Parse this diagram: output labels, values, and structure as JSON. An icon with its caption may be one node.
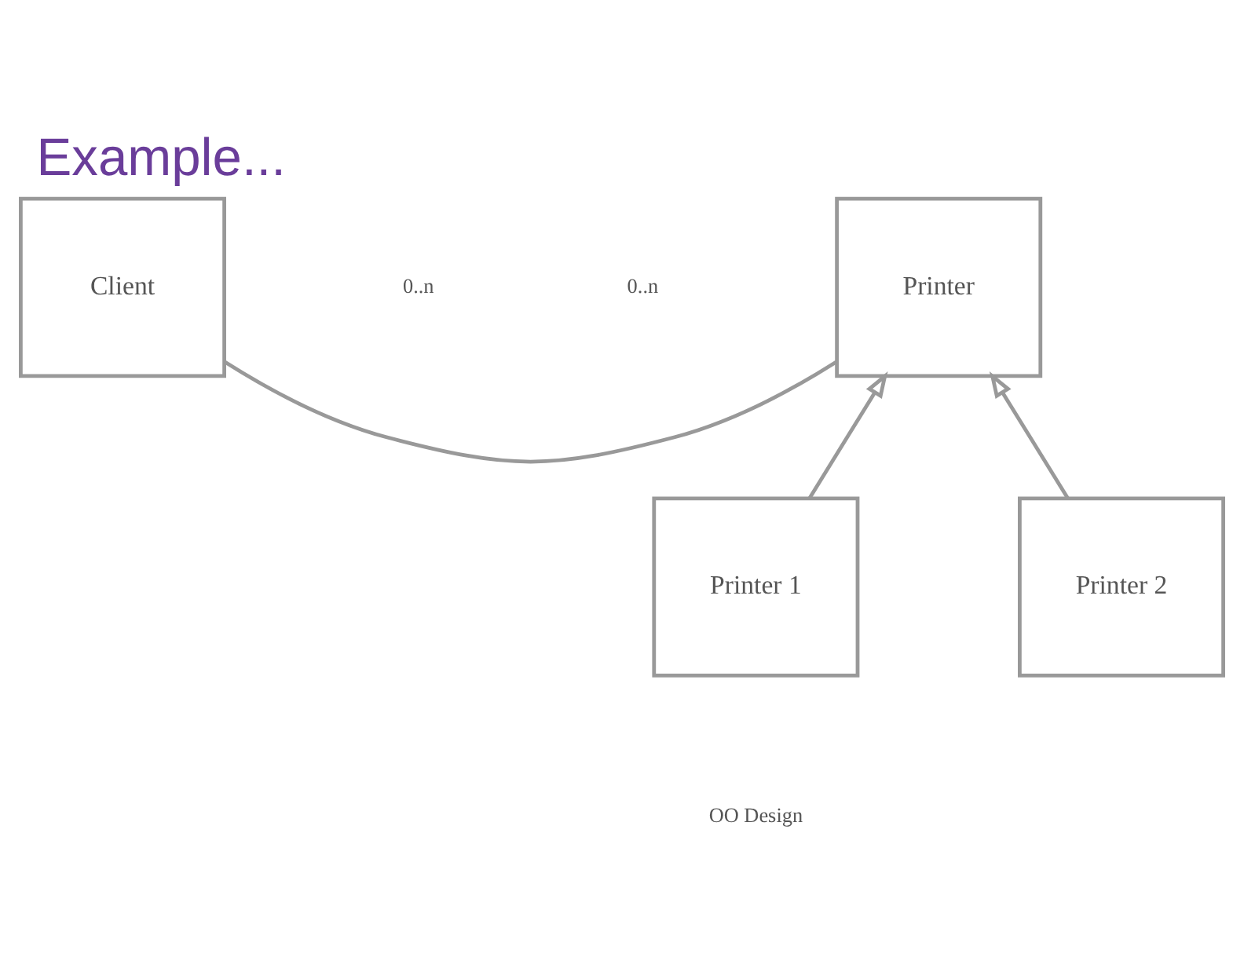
{
  "diagram": {
    "title": "Example...",
    "nodes": [
      {
        "text": [
          "Client"
        ]
      },
      {
        "text": [
          "Printer"
        ]
      },
      {
        "text": [
          "Printer 1"
        ]
      },
      {
        "text": [
          "Printer 2"
        ]
      }
    ],
    "edges": [
      {
        "from": 0,
        "to": 1,
        "arrow": "none"
      },
      {
        "from": 2,
        "to": 1,
        "arrow": "to"
      },
      {
        "from": 3,
        "to": 1,
        "arrow": "to"
      }
    ],
    "labels": [
      "0..n",
      "0..n",
      "OO Design"
    ]
  }
}
